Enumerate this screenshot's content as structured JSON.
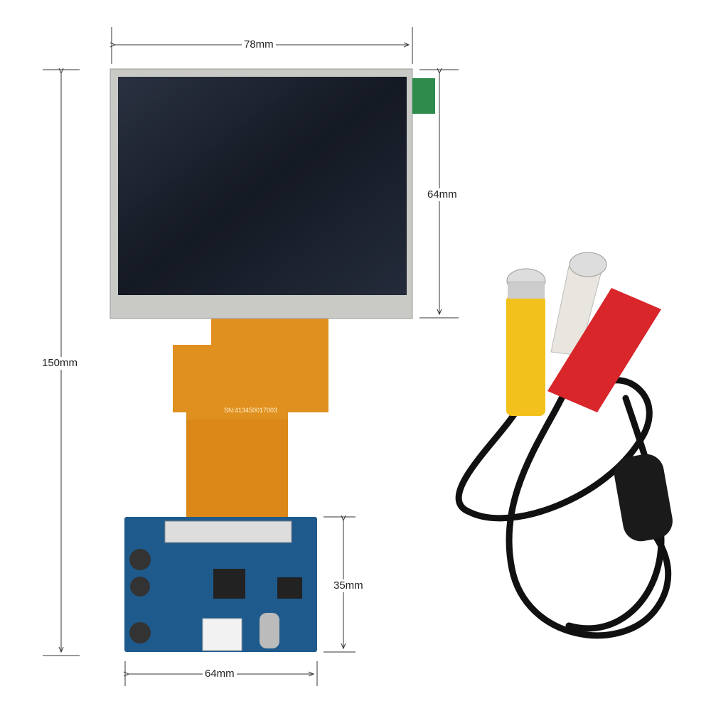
{
  "dimensions": {
    "lcd_width": "78mm",
    "lcd_height": "64mm",
    "total_height": "150mm",
    "board_height": "35mm",
    "board_width": "64mm"
  },
  "fpc_serial": "SN:413450017003",
  "colors": {
    "screen": "#1c2230",
    "bezel": "#c9cac6",
    "fpc": "#e0901f",
    "pcb": "#1e5a8c",
    "rca_yellow": "#f2c11b",
    "rca_white": "#e9e6df",
    "dc_red": "#d8262b",
    "cable": "#111111",
    "tab": "#2e8b4c"
  }
}
